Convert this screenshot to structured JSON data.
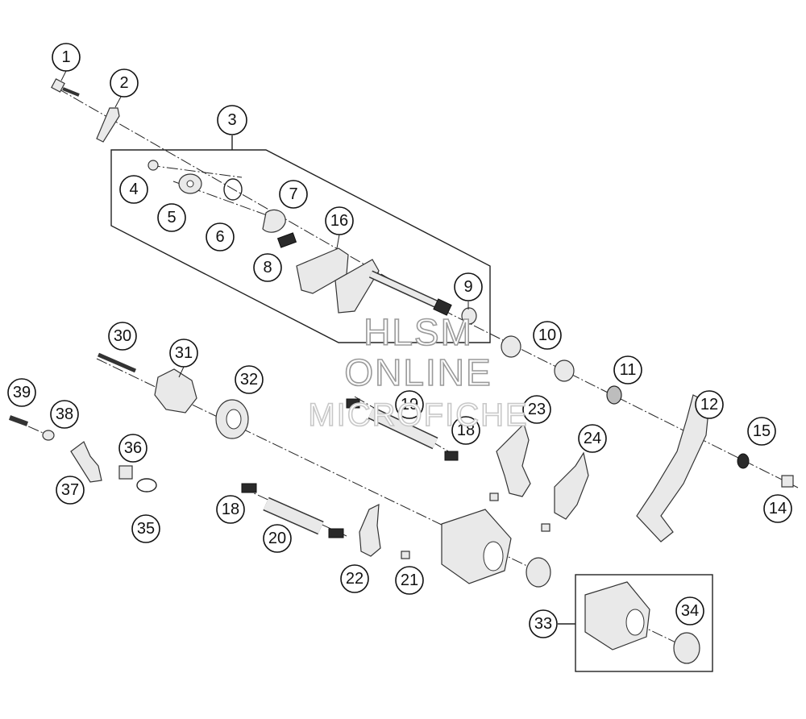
{
  "callouts": [
    "1",
    "2",
    "3",
    "4",
    "5",
    "6",
    "7",
    "8",
    "9",
    "10",
    "11",
    "12",
    "14",
    "15",
    "16",
    "18",
    "18",
    "19",
    "20",
    "21",
    "22",
    "23",
    "24",
    "30",
    "31",
    "32",
    "33",
    "34",
    "35",
    "36",
    "37",
    "38",
    "39"
  ],
  "watermark": {
    "line1": "HLSM",
    "line2": "ONLINE",
    "line3": "MICROFICHE"
  },
  "colors": {
    "line": "#111111",
    "part_fill": "#e9e9e9",
    "watermark_stroke": "#9a9a9a"
  }
}
